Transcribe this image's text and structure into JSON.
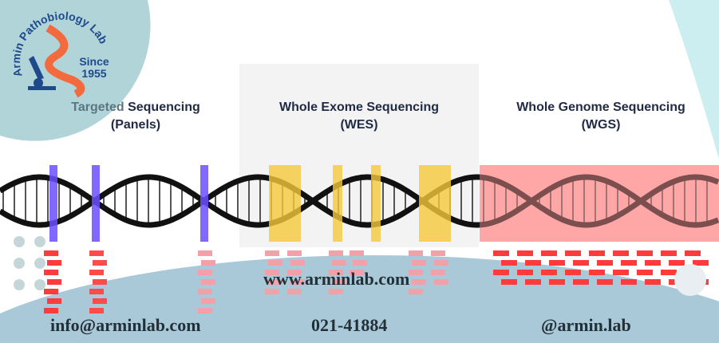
{
  "logo": {
    "arc_text": "Armin Pathobiology Lab",
    "since": "Since",
    "year": "1955"
  },
  "sections": [
    {
      "title_highlight": "Targeted",
      "title_rest": " Sequencing",
      "subtitle": "(Panels)"
    },
    {
      "title_highlight": "",
      "title_rest": "Whole Exome Sequencing",
      "subtitle": "(WES)"
    },
    {
      "title_highlight": "",
      "title_rest": "Whole Genome Sequencing",
      "subtitle": "(WGS)"
    }
  ],
  "contact": {
    "website": "www.arminlab.com",
    "email": "info@arminlab.com",
    "phone": "021-41884",
    "social": "@armin.lab"
  },
  "colors": {
    "panel_marker": "#6b4dff",
    "exome_marker": "#f5c93a",
    "genome_region": "#ffb3b3",
    "background_blob": "#a9c9d9",
    "logo_blue": "#1e4a8c",
    "logo_orange": "#f26a3d"
  }
}
